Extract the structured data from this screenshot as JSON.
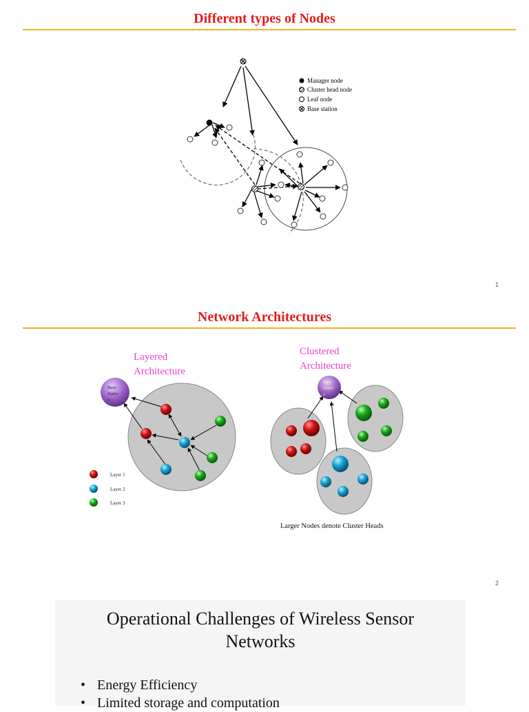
{
  "slide1": {
    "title": "Different types of Nodes",
    "page_number": "1",
    "legend": [
      {
        "label": "Manager node",
        "icon": "filled-circle"
      },
      {
        "label": "Cluster head node",
        "icon": "hatched-circle"
      },
      {
        "label": "Leaf node",
        "icon": "open-circle"
      },
      {
        "label": "Base station",
        "icon": "crossed-circle"
      }
    ]
  },
  "slide2": {
    "title": "Network Architectures",
    "page_number": "2",
    "layered": {
      "heading_line1": "Layered",
      "heading_line2": "Architecture",
      "base_station_line1": "Base",
      "base_station_line2": "Statio",
      "base_station_line3": "n",
      "legend": [
        {
          "label": "Layer 1",
          "color": "#d21414"
        },
        {
          "label": "Layer 2",
          "color": "#1aa6d8"
        },
        {
          "label": "Layer 3",
          "color": "#1ea81e"
        }
      ]
    },
    "clustered": {
      "heading_line1": "Clustered",
      "heading_line2": "Architecture",
      "base_station_line1": "Base",
      "base_station_line2": "Statio",
      "base_station_line3": "n",
      "caption": "Larger Nodes denote Cluster Heads"
    },
    "colors": {
      "cluster_fill": "#c8c8c8",
      "base_station": "#9a62c8",
      "heading": "#e83fd0"
    }
  },
  "slide3": {
    "title_line1": "Operational Challenges of Wireless Sensor",
    "title_line2": "Networks",
    "bullets": [
      "Energy Efficiency",
      "Limited storage and computation"
    ]
  }
}
